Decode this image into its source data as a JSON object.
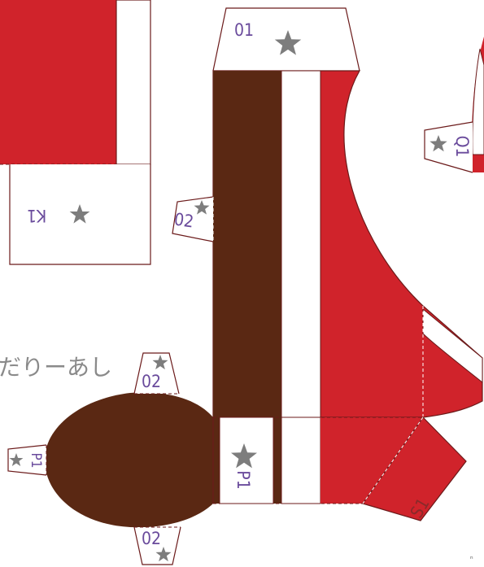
{
  "colors": {
    "red": "#d0232b",
    "brown": "#5a2813",
    "outline": "#6b1a1a",
    "star": "#7d7d7d",
    "label": "#6a4b9c",
    "white": "#ffffff"
  },
  "labels": {
    "o1_top": "01",
    "o2_left_tab": "02",
    "k1": "K1",
    "q1": "Q1",
    "o2_head_top": "02",
    "o2_head_bottom": "02",
    "p1_head_tab": "P1",
    "p1_center": "P1",
    "s1": "S1",
    "caption_jp": "だりーあし",
    "corner_mark": "ⁿ"
  },
  "icons": [
    "star-icon"
  ]
}
